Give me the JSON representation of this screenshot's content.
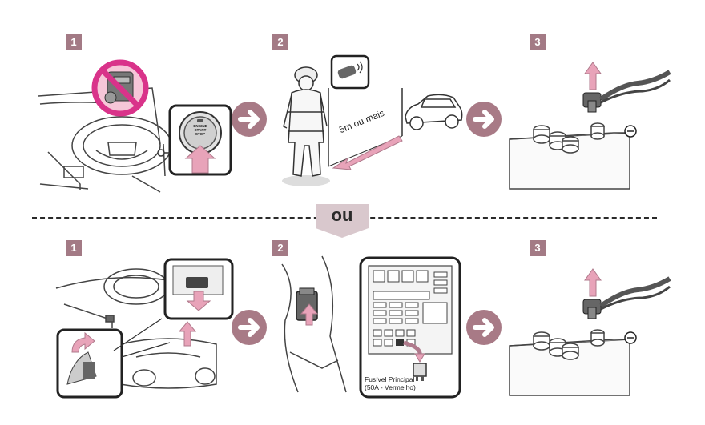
{
  "top_row": {
    "step1": "1",
    "step2": "2",
    "step3": "3",
    "engine_button": [
      "ENGINE",
      "START",
      "STOP"
    ],
    "distance_label": "5m ou mais"
  },
  "separator": {
    "label": "ou"
  },
  "bottom_row": {
    "step1": "1",
    "step2": "2",
    "step3": "3",
    "fuse_label_line1": "Fusível Principal",
    "fuse_label_line2": "(50A - Vermelho)"
  },
  "colors": {
    "step_badge": "#a37a85",
    "arrow_circle": "#a87a86",
    "pink_arrow": "#e8a3b9",
    "prohibit": "#d9338a"
  }
}
